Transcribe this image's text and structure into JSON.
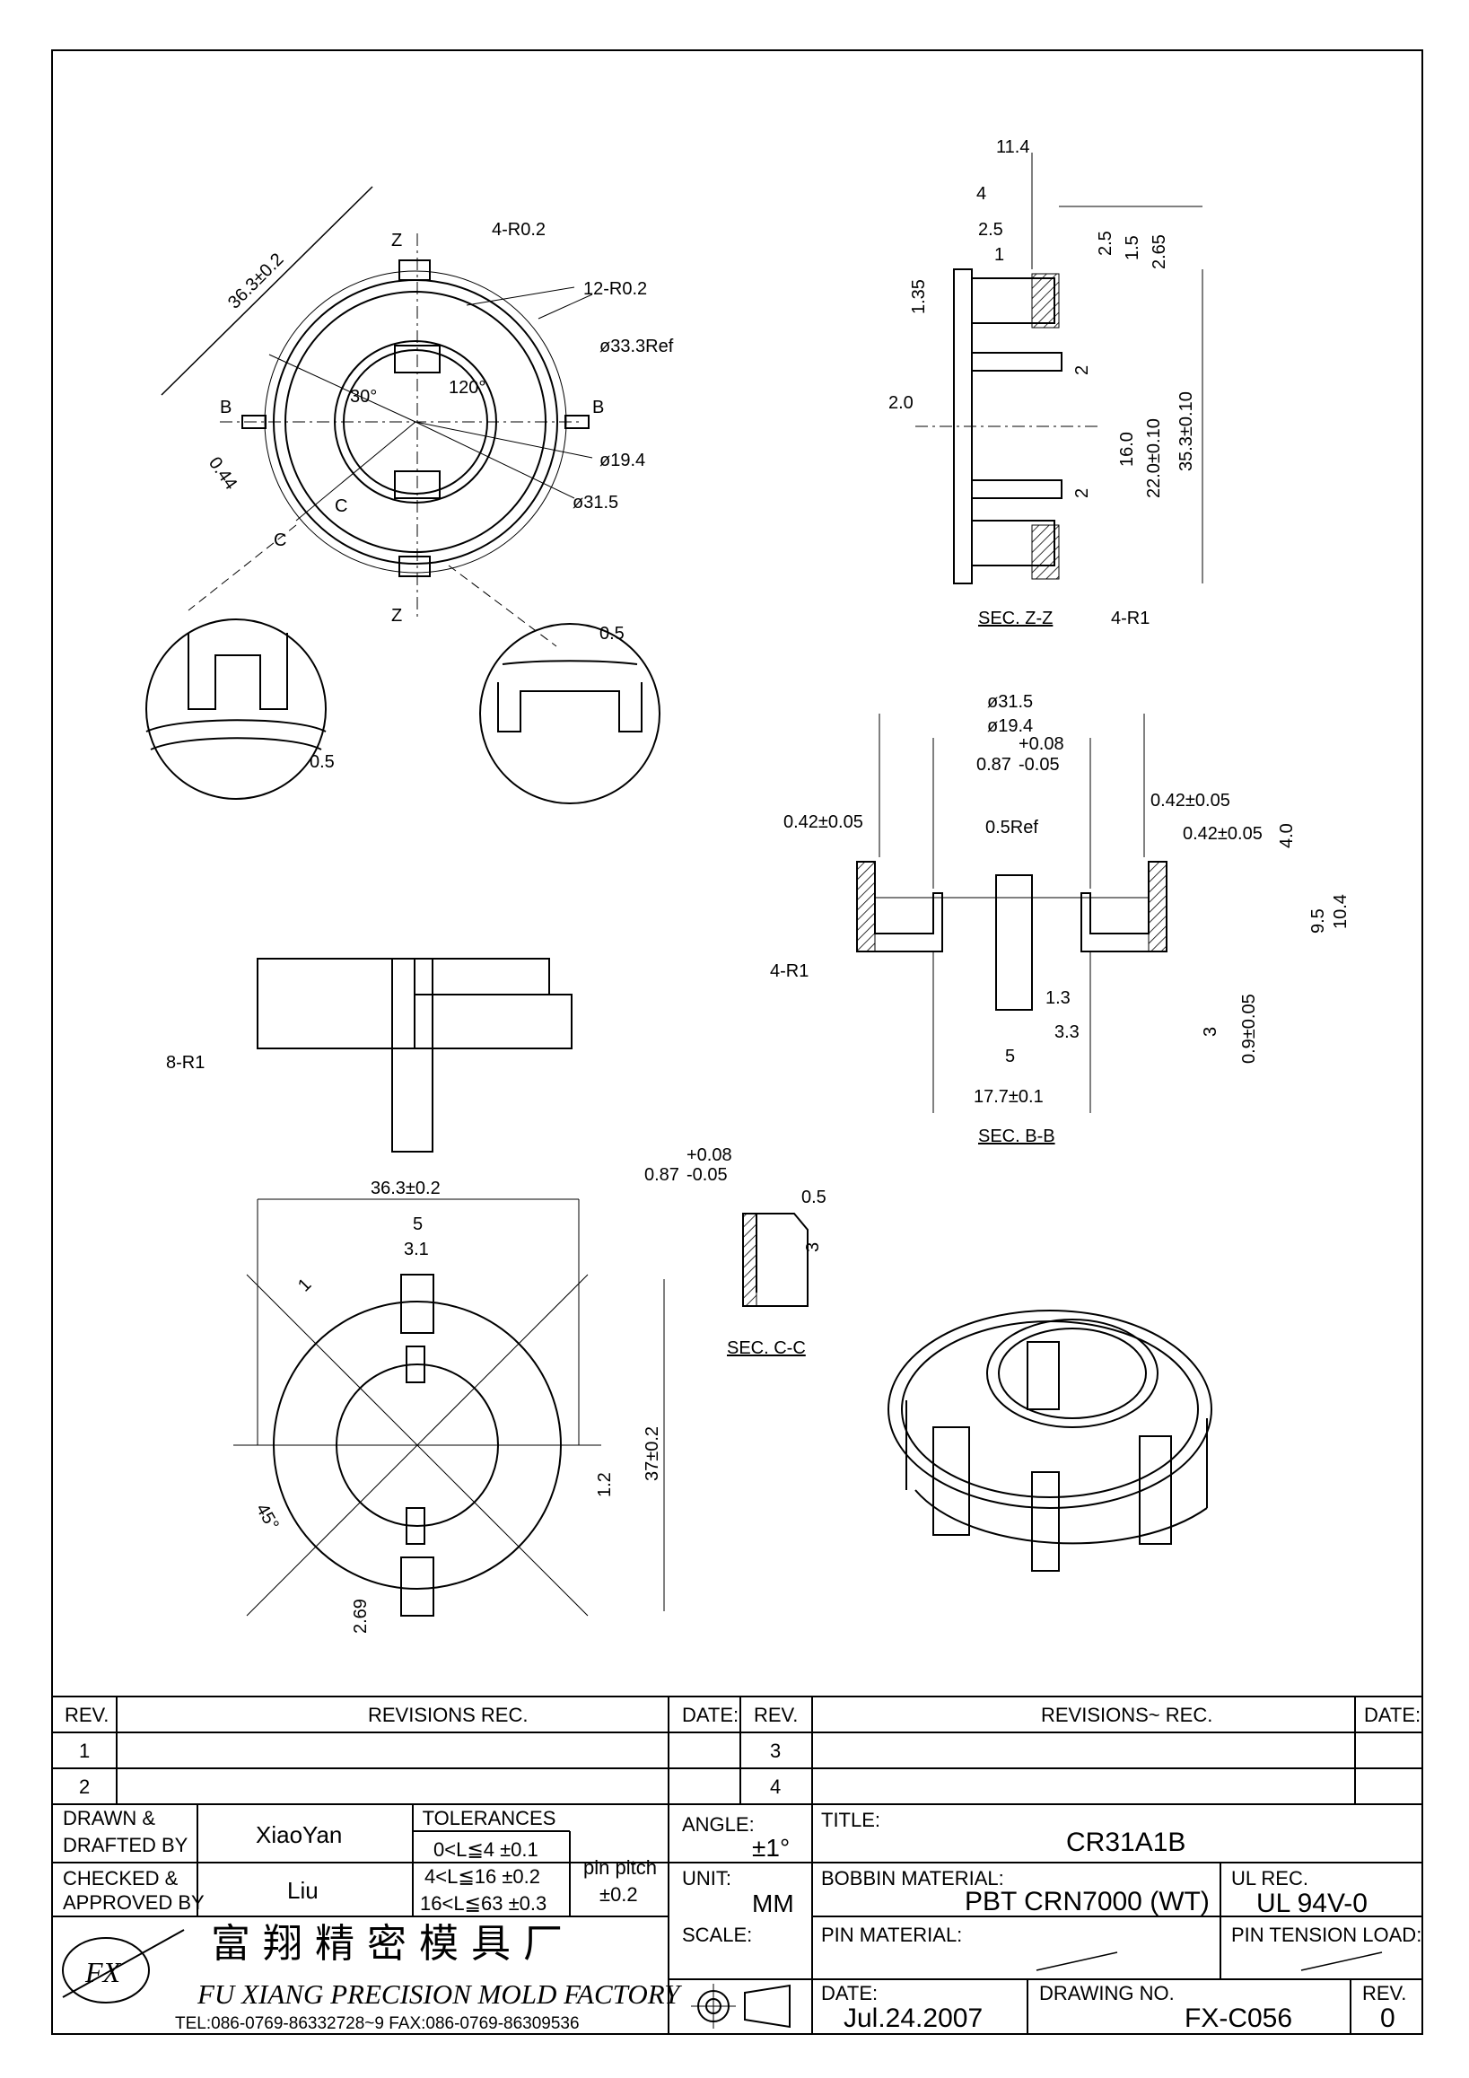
{
  "title_block": {
    "rev_header": "REV.",
    "revisions_header": "REVISIONS  REC.",
    "date_header": "DATE:",
    "rev_header_2": "REV.",
    "revisions_header_2": "REVISIONS~ REC.",
    "date_header_2": "DATE:",
    "rev_rows_left": [
      "1",
      "2"
    ],
    "rev_rows_right": [
      "3",
      "4"
    ],
    "drawn_label_1": "DRAWN  &",
    "drawn_label_2": "DRAFTED BY",
    "drawn_by": "XiaoYan",
    "checked_label_1": "CHECKED  &",
    "checked_label_2": "APPROVED BY",
    "checked_by": "Liu",
    "tolerances_label": "TOLERANCES",
    "tol_1": "0<L≦4   ±0.1",
    "tol_2": "4<L≦16  ±0.2",
    "tol_3": "16<L≦63  ±0.3",
    "pin_pitch_label": "pin  pitch",
    "pin_pitch_value": "±0.2",
    "angle_label": "ANGLE:",
    "angle_value": "±1°",
    "unit_label": "UNIT:",
    "unit_value": "MM",
    "scale_label": "SCALE:",
    "title_label": "TITLE:",
    "title_value": "CR31A1B",
    "bobbin_material_label": "BOBBIN  MATERIAL:",
    "bobbin_material_value": "PBT  CRN7000  (WT)",
    "ul_rec_label": "UL  REC.",
    "ul_rec_value": "UL  94V-0",
    "pin_material_label": "PIN  MATERIAL:",
    "pin_tension_label": "PIN  TENSION  LOAD:",
    "date_label": "DATE:",
    "date_value": "Jul.24.2007",
    "drawing_no_label": "DRAWING  NO.",
    "drawing_no_value": "FX-C056",
    "rev_label": "REV.",
    "rev_value": "0",
    "company_cn": "富翔精密模具厂",
    "company_en": "FU XIANG PRECISION MOLD FACTORY",
    "contact": "TEL:086-0769-86332728~9  FAX:086-0769-86309536",
    "logo_text": "FX"
  },
  "views": {
    "sec_zz": "SEC. Z-Z",
    "sec_bb": "SEC. B-B",
    "sec_cc": "SEC. C-C"
  },
  "labels": {
    "top_4r02": "4-R0.2",
    "top_12r02": "12-R0.2",
    "top_d333": "ø33.3Ref",
    "top_d194": "ø19.4",
    "top_d315": "ø31.5",
    "top_363": "36.3±0.2",
    "top_30": "30°",
    "top_120": "120°",
    "top_044": "0.44",
    "top_B": "B",
    "top_C": "C",
    "top_Z": "Z",
    "detail_05": "0.5",
    "zz_114": "11.4",
    "zz_4": "4",
    "zz_25": "2.5",
    "zz_1": "1",
    "zz_135": "1.35",
    "zz_20": "2.0",
    "zz_2": "2",
    "zz_15": "1.5",
    "zz_265": "2.65",
    "zz_160": "16.0",
    "zz_220": "22.0±0.10",
    "zz_353": "35.3±0.10",
    "zz_4r1": "4-R1",
    "bb_d315": "ø31.5",
    "bb_d194": "ø19.4",
    "bb_087": "0.87",
    "bb_tol_plus": "+0.08",
    "bb_tol_minus": "-0.05",
    "bb_042": "0.42±0.05",
    "bb_05ref": "0.5Ref",
    "bb_40": "4.0",
    "bb_95": "9.5",
    "bb_104": "10.4",
    "bb_13": "1.3",
    "bb_33": "3.3",
    "bb_5": "5",
    "bb_177": "17.7±0.1",
    "bb_3": "3",
    "bb_09": "0.9±0.05",
    "bb_4r1": "4-R1",
    "side_8r1": "8-R1",
    "cc_087": "0.87",
    "cc_05": "0.5",
    "cc_3": "3",
    "bot_363": "36.3±0.2",
    "bot_5": "5",
    "bot_31": "3.1",
    "bot_1": "1",
    "bot_37": "37±0.2",
    "bot_12": "1.2",
    "bot_45": "45°",
    "bot_269": "2.69"
  }
}
